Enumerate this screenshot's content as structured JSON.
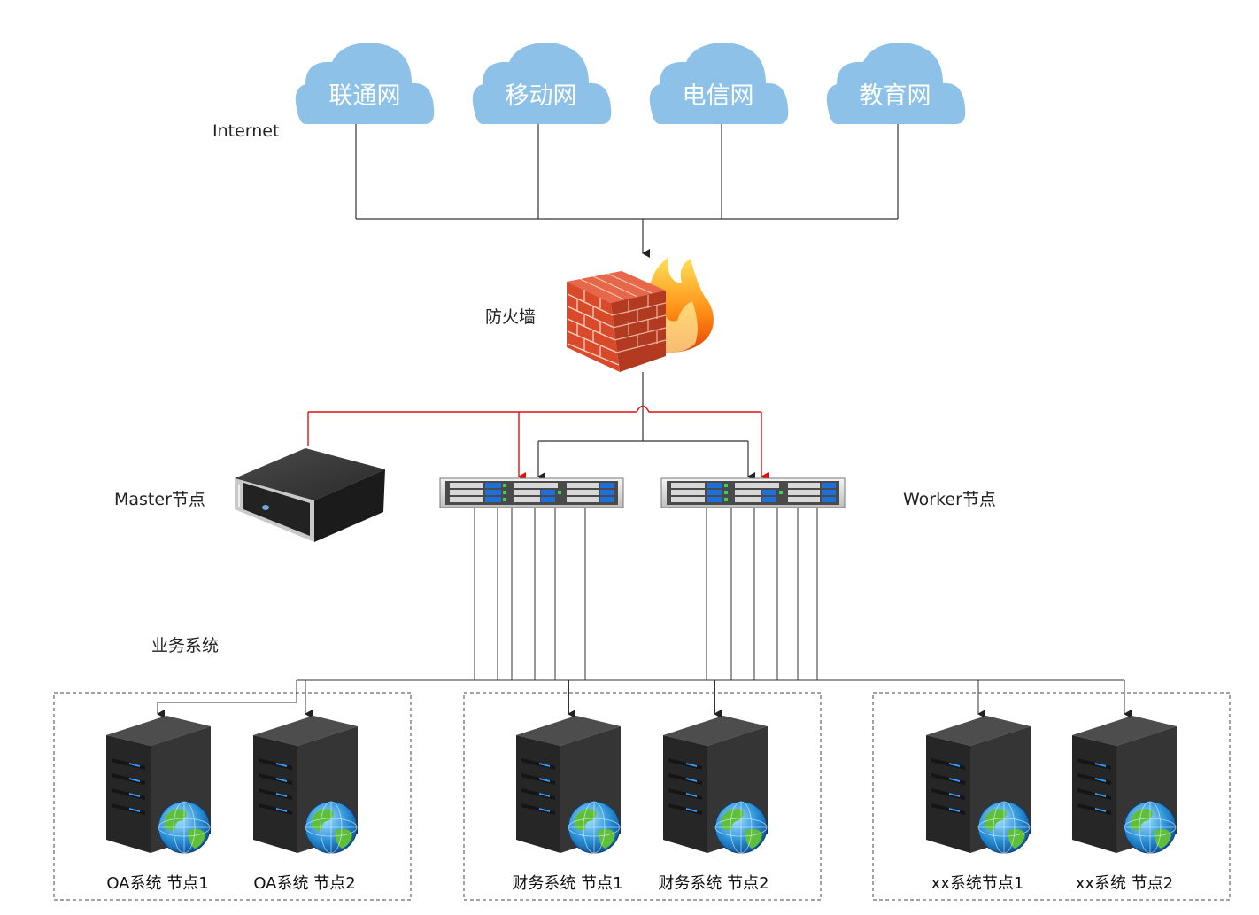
{
  "labels": {
    "internet": "Internet",
    "firewall": "防火墙",
    "master": "Master节点",
    "worker": "Worker节点",
    "business": "业务系统"
  },
  "clouds": [
    "联通网",
    "移动网",
    "电信网",
    "教育网"
  ],
  "systems": [
    {
      "nodes": [
        "OA系统 节点1",
        "OA系统 节点2"
      ]
    },
    {
      "nodes": [
        "财务系统 节点1",
        "财务系统 节点2"
      ]
    },
    {
      "nodes": [
        "xx系统节点1",
        "xx系统 节点2"
      ]
    }
  ],
  "colors": {
    "cloud": "#8ec1e8",
    "line": "#333333",
    "red_line": "#e01010",
    "brick": "#d94a2b",
    "server_body": "#2f2f2f"
  }
}
